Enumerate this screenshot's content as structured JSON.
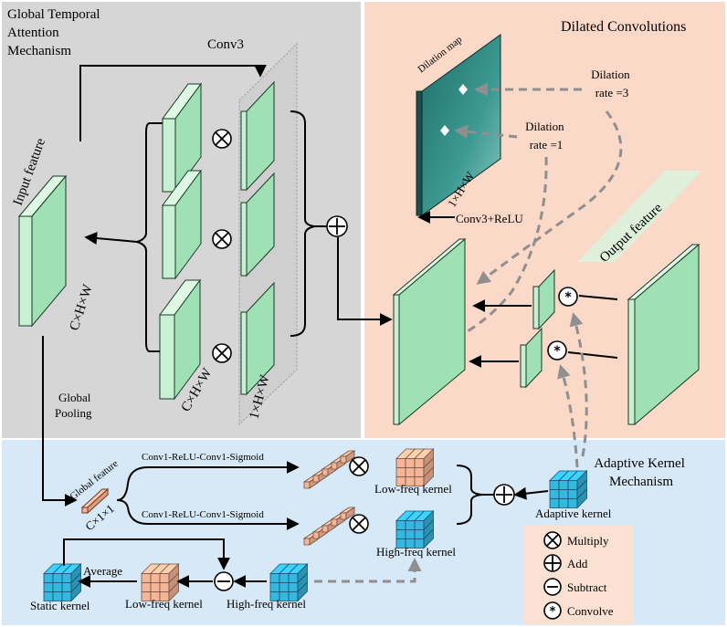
{
  "regions": {
    "temporal_title_lines": [
      "Global Temporal",
      "Attention",
      "Mechanism"
    ],
    "dilated_title": "Dilated Convolutions",
    "adaptive_title_lines": [
      "Adaptive Kernel",
      "Mechanism"
    ]
  },
  "labels": {
    "conv3": "Conv3",
    "input_feature": "Input feature",
    "input_dims": "C×H×W",
    "branch_dims": "C×H×W",
    "attn_dims": "1×H×W",
    "global_pooling_lines": [
      "Global",
      "Pooling"
    ],
    "dilation_map": "Dilation map",
    "dilation_map_dims": "1×H×W",
    "conv3_relu": "Conv3+ReLU",
    "dilation_rate3_lines": [
      "Dilation",
      "rate =3"
    ],
    "dilation_rate1_lines": [
      "Dilation",
      "rate =1"
    ],
    "output_feature": "Output feature",
    "global_feature": "Global feature",
    "global_feature_dims": "C×1×1",
    "branch_top": "Conv1-ReLU-Conv1-Sigmoid",
    "branch_bottom": "Conv1-ReLU-Conv1-Sigmoid",
    "low_freq_kernel": "Low-freq kernel",
    "high_freq_kernel": "High-freq kernel",
    "adaptive_kernel": "Adaptive kernel",
    "average": "Average",
    "static_kernel": "Static kernel",
    "low_freq_kernel_bottom": "Low-freq kernel",
    "high_freq_kernel_bottom": "High-freq kernel"
  },
  "legend": [
    {
      "symbol": "multiply-icon",
      "label": "Multiply"
    },
    {
      "symbol": "add-icon",
      "label": "Add"
    },
    {
      "symbol": "subtract-icon",
      "label": "Subtract"
    },
    {
      "symbol": "convolve-icon",
      "label": "Convolve"
    }
  ],
  "colors": {
    "temporal_bg": "#d6d6d6",
    "dilated_bg": "#fbd9c8",
    "adaptive_bg": "#d7e8f6",
    "feature_map": "#9fe0b5",
    "dilation_map": "#2e8c82",
    "low_freq_kernel": "#f6b597",
    "high_freq_kernel": "#35b7e0",
    "legend_bg": "#fbe1d1",
    "output_label_bg": "#dff0da"
  }
}
